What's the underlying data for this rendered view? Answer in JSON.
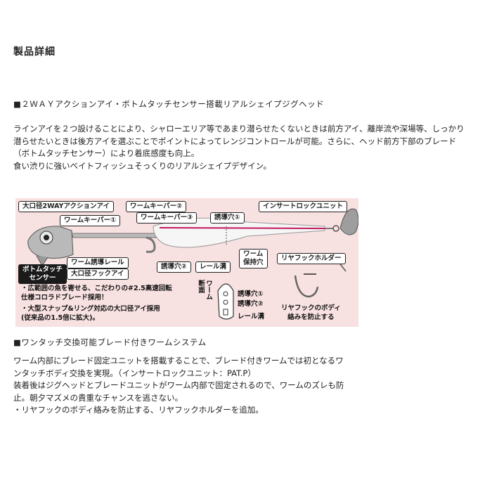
{
  "page_title": "製品詳細",
  "section1": {
    "heading": "■２ＷＡＹアクションアイ・ボトムタッチセンサー搭載リアルシェイプジグヘッド",
    "body": "ラインアイを２つ設けることにより、シャローエリア等であまり潜らせたくないときは前方アイ、離岸流や深場等、しっかり\n潜らせたいときは後方アイを選ぶことでポイントによってレンジコントロールが可能。さらに、ヘッド前方下部のブレード\n（ボトムタッチセンサー）により着底感度も向上。\n食い渋りに強いベイトフィッシュそっくりのリアルシェイプデザイン。"
  },
  "diagram": {
    "labels": {
      "big_eye": "大口径2WAYアクションアイ",
      "keeper1": "ワームキーパー①",
      "keeper2": "ワームキーパー②",
      "keeper3": "ワームキーパー③",
      "guide_hole1": "誘導穴①",
      "insert_lock": "インサートロックユニット",
      "bottom_touch": "ボトムタッチ\nセンサー",
      "guide_rail": "ワーム誘導レール",
      "big_hook_eye": "大口径フックアイ",
      "guide_hole2": "誘導穴②",
      "rail_groove": "レール溝",
      "worm_hold_hole": "ワーム\n保持穴",
      "rear_hook_holder": "リヤフックホルダー",
      "cross_section": "ワーム\n断面",
      "cs_hole1": "誘導穴①",
      "cs_hole2": "誘導穴②",
      "cs_rail": "レール溝",
      "rear_hook_note": "リヤフックのボディ\n絡みを防止する"
    },
    "notes": {
      "note1": "・広範囲の魚を寄せる、こだわりの#2.5高速回転\n  仕様コロラドブレード採用！",
      "note2": "・大型スナップ&リング対応の大口径アイ採用\n  (従来品の1.5倍に拡大)。"
    }
  },
  "section2": {
    "heading": "■ワンタッチ交換可能ブレード付きワームシステム",
    "body": "ワーム内部にブレード固定ユニットを搭載することで、ブレード付きワームでは初となるワ\nンタッチボディ交換を実現。（インサートロックユニット：PAT.P）\n装着後はジグヘッドとブレードユニットがワーム内部で固定されるので、ワームのズレも防\n止。朝夕マズメの貴重なチャンスを逃さない。\n・リヤフックのボディ絡みを防止する、リヤフックホルダーを追加。"
  }
}
